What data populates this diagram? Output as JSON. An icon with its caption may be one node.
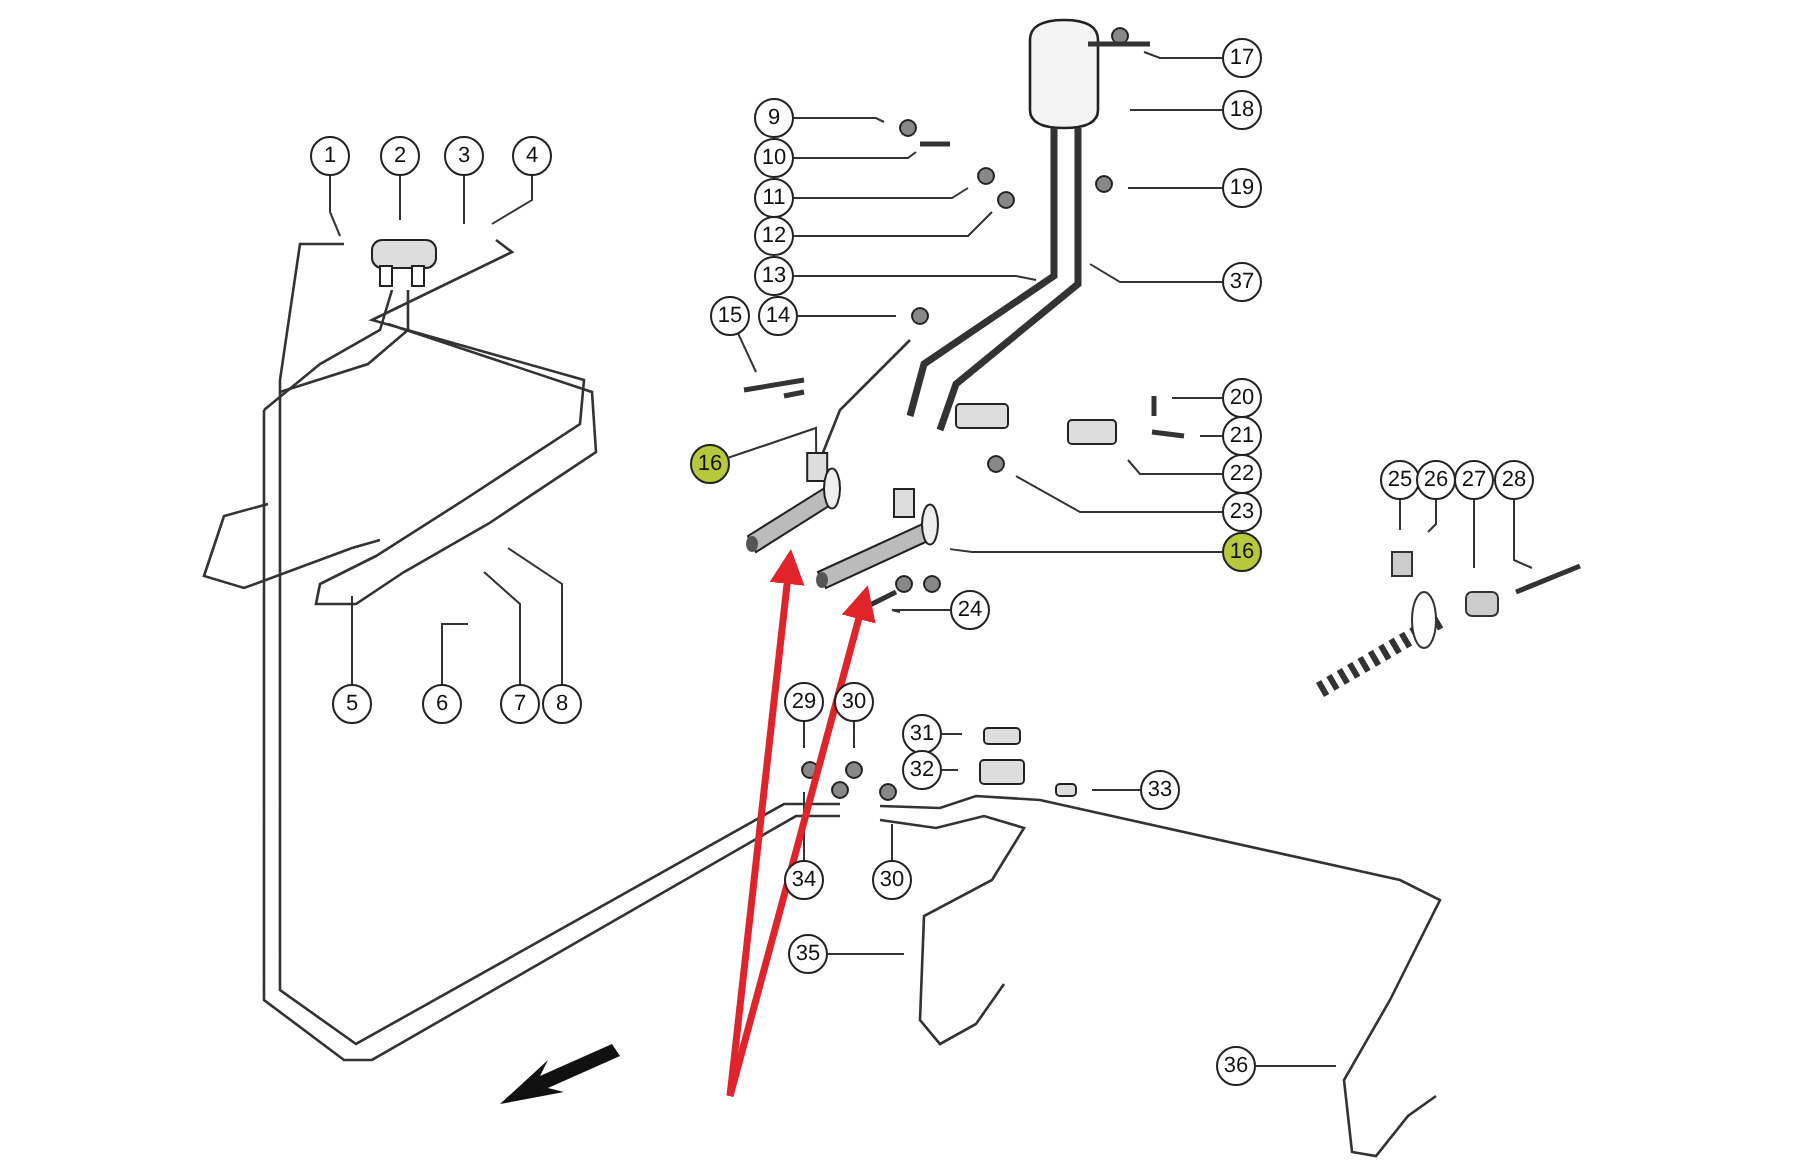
{
  "diagram": {
    "nodes": [
      {
        "text": [
          "1"
        ]
      },
      {
        "text": [
          "2"
        ]
      },
      {
        "text": [
          "3"
        ]
      },
      {
        "text": [
          "4"
        ]
      },
      {
        "text": [
          "5"
        ]
      },
      {
        "text": [
          "6"
        ]
      },
      {
        "text": [
          "7"
        ]
      },
      {
        "text": [
          "8"
        ]
      },
      {
        "text": [
          "9"
        ]
      },
      {
        "text": [
          "10"
        ]
      },
      {
        "text": [
          "11"
        ]
      },
      {
        "text": [
          "12"
        ]
      },
      {
        "text": [
          "13"
        ]
      },
      {
        "text": [
          "14"
        ]
      },
      {
        "text": [
          "15"
        ]
      },
      {
        "text": [
          "16"
        ]
      },
      {
        "text": [
          "17"
        ]
      },
      {
        "text": [
          "18"
        ]
      },
      {
        "text": [
          "19"
        ]
      },
      {
        "text": [
          "37"
        ]
      },
      {
        "text": [
          "20"
        ]
      },
      {
        "text": [
          "21"
        ]
      },
      {
        "text": [
          "22"
        ]
      },
      {
        "text": [
          "23"
        ]
      },
      {
        "text": [
          "16"
        ]
      },
      {
        "text": [
          "24"
        ]
      },
      {
        "text": [
          "25"
        ]
      },
      {
        "text": [
          "26"
        ]
      },
      {
        "text": [
          "27"
        ]
      },
      {
        "text": [
          "28"
        ]
      },
      {
        "text": [
          "29"
        ]
      },
      {
        "text": [
          "30"
        ]
      },
      {
        "text": [
          "31"
        ]
      },
      {
        "text": [
          "32"
        ]
      },
      {
        "text": [
          "33"
        ]
      },
      {
        "text": [
          "34"
        ]
      },
      {
        "text": [
          "30"
        ]
      },
      {
        "text": [
          "35"
        ]
      },
      {
        "text": [
          "36"
        ]
      },
      {
        "text": [],
        "shape": "cylinder"
      },
      {
        "text": [],
        "shape": "cylinder"
      }
    ],
    "edges": [
      {
        "from": 0,
        "to": null,
        "arrow": "none"
      },
      {
        "from": 1,
        "to": null,
        "arrow": "none"
      },
      {
        "from": 2,
        "to": null,
        "arrow": "none"
      },
      {
        "from": 3,
        "to": null,
        "arrow": "none"
      },
      {
        "from": 4,
        "to": null,
        "arrow": "none"
      },
      {
        "from": 5,
        "to": null,
        "arrow": "none"
      },
      {
        "from": 6,
        "to": null,
        "arrow": "none"
      },
      {
        "from": 7,
        "to": null,
        "arrow": "none"
      },
      {
        "from": 8,
        "to": null,
        "arrow": "none"
      },
      {
        "from": 9,
        "to": null,
        "arrow": "none"
      },
      {
        "from": 10,
        "to": null,
        "arrow": "none"
      },
      {
        "from": 11,
        "to": null,
        "arrow": "none"
      },
      {
        "from": 12,
        "to": null,
        "arrow": "none"
      },
      {
        "from": 13,
        "to": null,
        "arrow": "none"
      },
      {
        "from": 14,
        "to": null,
        "arrow": "none"
      },
      {
        "from": 15,
        "to": 39,
        "arrow": "none"
      },
      {
        "from": 16,
        "to": null,
        "arrow": "none"
      },
      {
        "from": 17,
        "to": null,
        "arrow": "none"
      },
      {
        "from": 18,
        "to": null,
        "arrow": "none"
      },
      {
        "from": 19,
        "to": null,
        "arrow": "none"
      },
      {
        "from": 20,
        "to": null,
        "arrow": "none"
      },
      {
        "from": 21,
        "to": null,
        "arrow": "none"
      },
      {
        "from": 22,
        "to": null,
        "arrow": "none"
      },
      {
        "from": 23,
        "to": null,
        "arrow": "none"
      },
      {
        "from": 24,
        "to": 40,
        "arrow": "none"
      },
      {
        "from": 25,
        "to": null,
        "arrow": "none"
      },
      {
        "from": 26,
        "to": null,
        "arrow": "none"
      },
      {
        "from": 27,
        "to": null,
        "arrow": "none"
      },
      {
        "from": 28,
        "to": null,
        "arrow": "none"
      },
      {
        "from": 29,
        "to": null,
        "arrow": "none"
      },
      {
        "from": 30,
        "to": null,
        "arrow": "none"
      },
      {
        "from": 31,
        "to": null,
        "arrow": "none"
      },
      {
        "from": 32,
        "to": null,
        "arrow": "none"
      },
      {
        "from": 33,
        "to": null,
        "arrow": "none"
      },
      {
        "from": 34,
        "to": null,
        "arrow": "none"
      },
      {
        "from": 35,
        "to": null,
        "arrow": "none"
      },
      {
        "from": 36,
        "to": null,
        "arrow": "none"
      },
      {
        "from": 37,
        "to": null,
        "arrow": "none"
      },
      {
        "from": 38,
        "to": null,
        "arrow": "none"
      },
      {
        "from": null,
        "to": 39,
        "arrow": "to",
        "style": "thick",
        "color": "#e0242a"
      },
      {
        "from": null,
        "to": 40,
        "arrow": "to",
        "style": "thick",
        "color": "#e0242a"
      }
    ]
  }
}
